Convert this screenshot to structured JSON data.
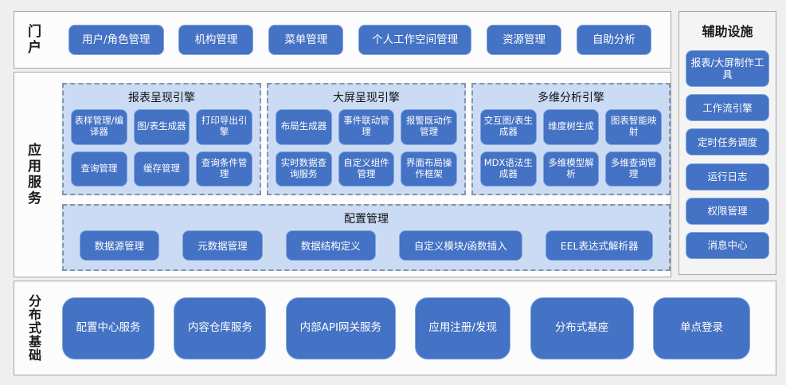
{
  "portal": {
    "label": "门户",
    "buttons": [
      "用户/角色管理",
      "机构管理",
      "菜单管理",
      "个人工作空间管理",
      "资源管理",
      "自助分析"
    ]
  },
  "app_services": {
    "label": "应用服务",
    "engines": [
      {
        "title": "报表呈现引擎",
        "items": [
          "表样管理/编译器",
          "图/表生成器",
          "打印导出引擎",
          "查询管理",
          "缓存管理",
          "查询条件管理"
        ]
      },
      {
        "title": "大屏呈现引擎",
        "items": [
          "布局生成器",
          "事件联动管理",
          "报警既动作管理",
          "实时数据查询服务",
          "自定义组件管理",
          "界面布局操作框架"
        ]
      },
      {
        "title": "多维分析引擎",
        "items": [
          "交互图/表生成器",
          "维度树生成",
          "图表智能映射",
          "MDX语法生成器",
          "多维模型解析",
          "多维查询管理"
        ]
      }
    ],
    "config": {
      "title": "配置管理",
      "items": [
        "数据源管理",
        "元数据管理",
        "数据结构定义",
        "自定义模块/函数插入",
        "EEL表达式解析器"
      ]
    }
  },
  "auxiliary": {
    "title": "辅助设施",
    "buttons": [
      "报表/大屏制作工具",
      "工作流引擎",
      "定时任务调度",
      "运行日志",
      "权限管理",
      "消息中心"
    ]
  },
  "distributed": {
    "label": "分布式基础",
    "buttons": [
      "配置中心服务",
      "内容仓库服务",
      "内部API网关服务",
      "应用注册/发现",
      "分布式基座",
      "单点登录"
    ]
  },
  "colors": {
    "button_fill": "#4472C4",
    "button_border": "#7EA6E0",
    "panel_fill": "#CBDBF4",
    "panel_border": "#8593AC",
    "section_border": "#A6A6A6",
    "page_bg": "#EFEFEF",
    "button_text": "#FFFFFF",
    "label_text": "#1A1A1A"
  }
}
